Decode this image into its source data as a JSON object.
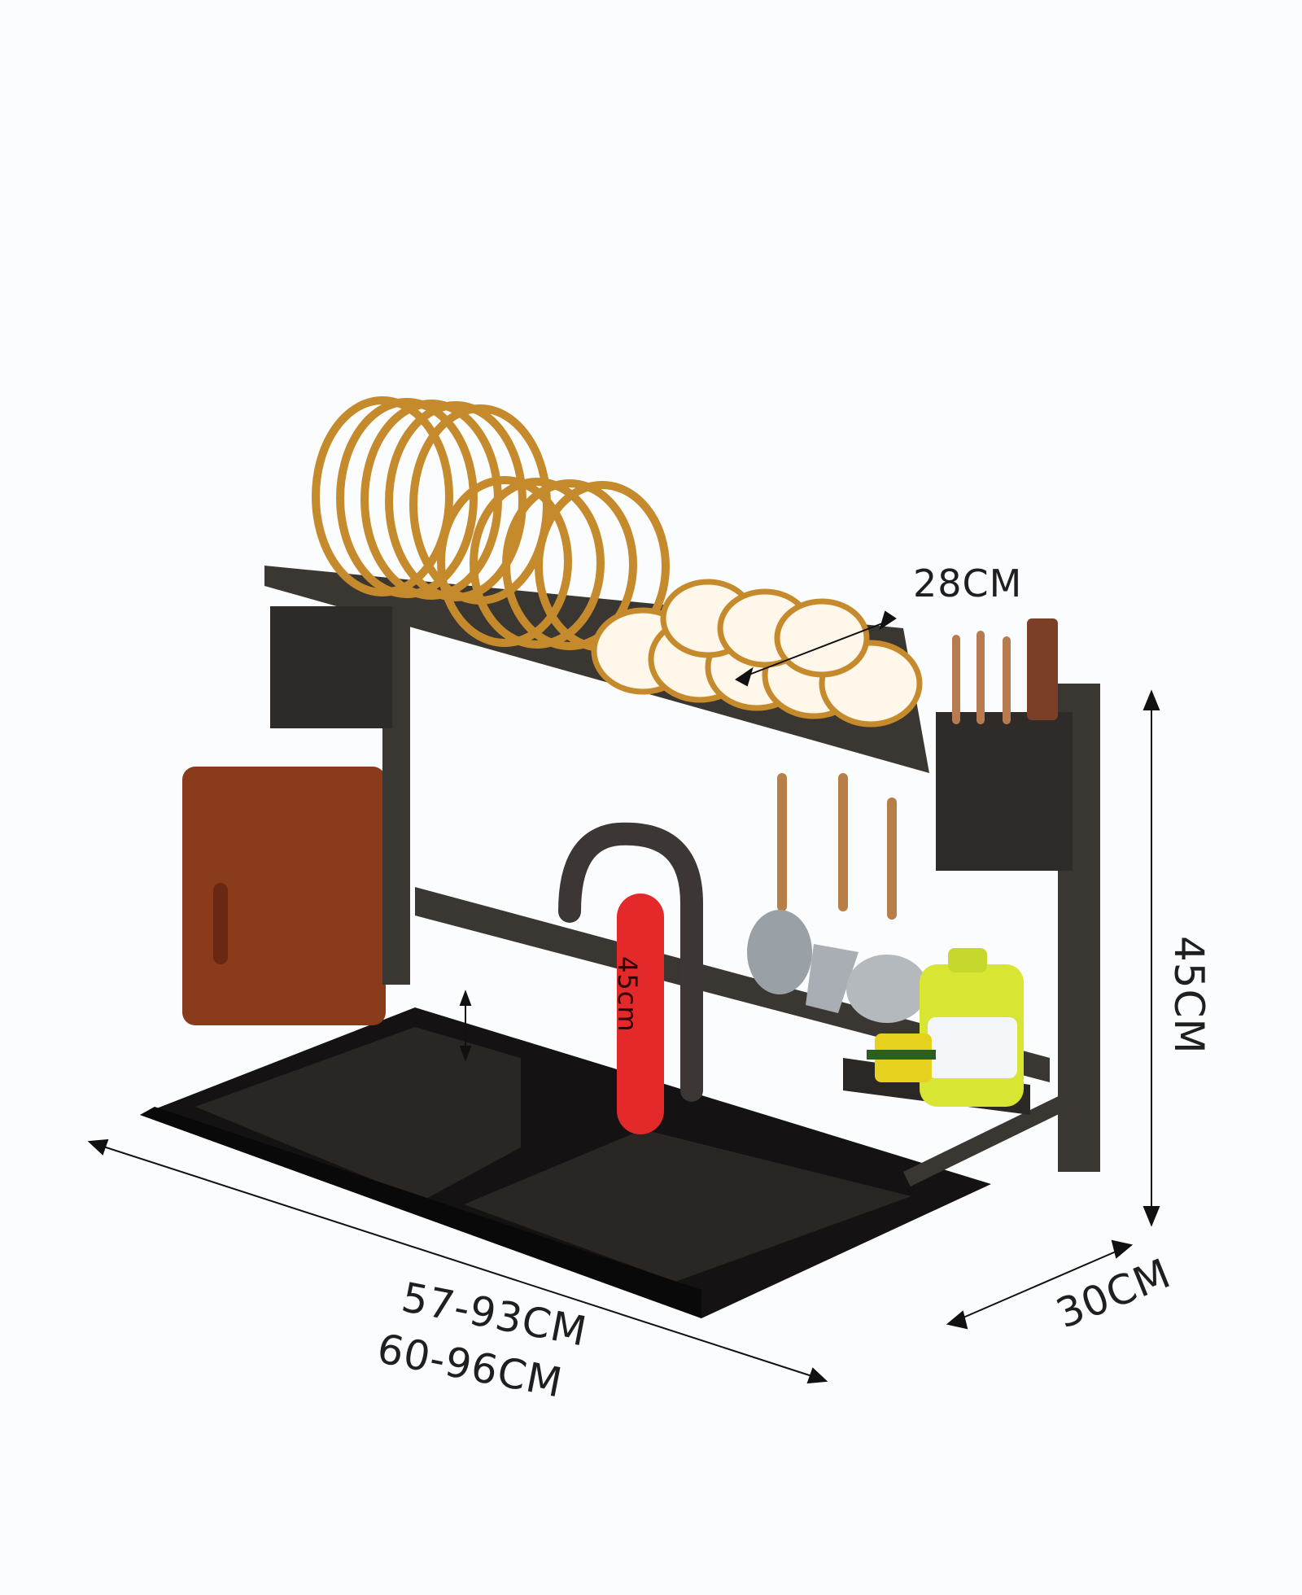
{
  "colors": {
    "background": "#fbfcfd",
    "rack_frame": "#3a3632",
    "sink": "#1c1a19",
    "board": "#8a3b1c",
    "plate_rim": "#c58a2c",
    "highlight": "#e3292a"
  },
  "dimensions": {
    "depth_top": "28CM",
    "height": "45CM",
    "depth": "30CM",
    "width_a": "57-93CM",
    "width_b": "60-96CM",
    "faucet_clearance": "45cm"
  }
}
